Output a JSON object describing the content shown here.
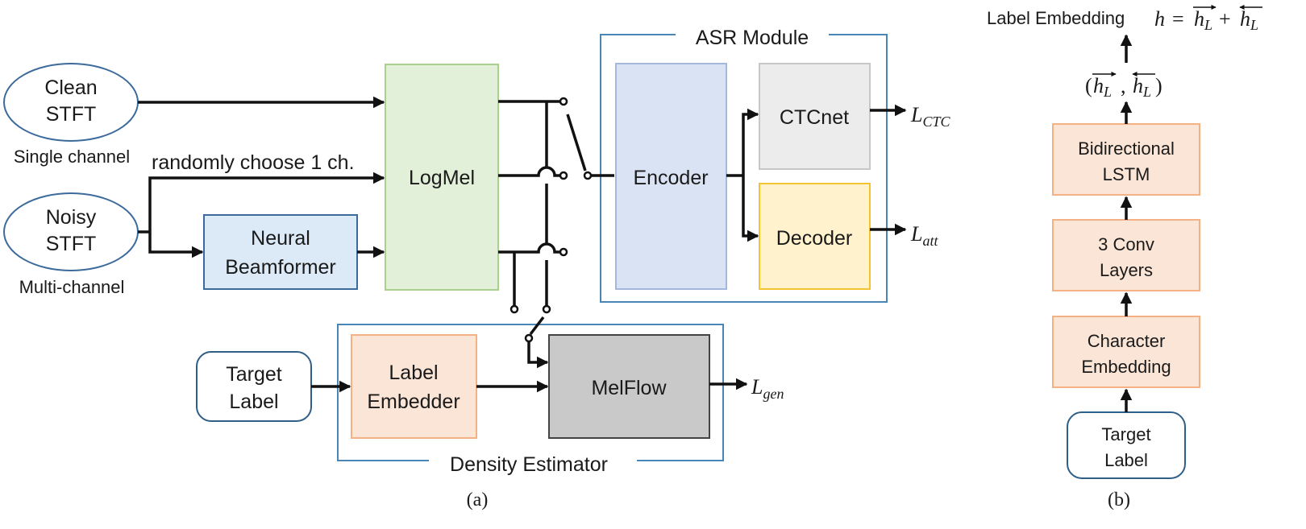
{
  "panel_a": {
    "caption": "(a)",
    "inputs": {
      "clean": {
        "line1": "Clean",
        "line2": "STFT",
        "note": "Single channel"
      },
      "noisy": {
        "line1": "Noisy",
        "line2": "STFT",
        "note": "Multi-channel"
      },
      "random_choice": "randomly choose 1 ch."
    },
    "beamformer": {
      "line1": "Neural",
      "line2": "Beamformer"
    },
    "logmel": "LogMel",
    "asr_module": {
      "title": "ASR Module",
      "encoder": "Encoder",
      "ctcnet": "CTCnet",
      "decoder": "Decoder",
      "loss_ctc": {
        "base": "L",
        "sub": "CTC"
      },
      "loss_att": {
        "base": "L",
        "sub": "att"
      }
    },
    "density_estimator": {
      "title": "Density Estimator",
      "target": {
        "line1": "Target",
        "line2": "Label"
      },
      "embedder": {
        "line1": "Label",
        "line2": "Embedder"
      },
      "melflow": "MelFlow",
      "loss_gen": {
        "base": "L",
        "sub": "gen"
      }
    }
  },
  "panel_b": {
    "caption": "(b)",
    "output_label": "Label Embedding",
    "equation": {
      "lhs": "h",
      "eq": "=",
      "plus": "+",
      "sym": "h",
      "sub": "L"
    },
    "pair": {
      "open": "(",
      "sym": "h",
      "sub": "L",
      "comma": ",",
      "close": ")"
    },
    "blocks": [
      {
        "line1": "Bidirectional",
        "line2": "LSTM"
      },
      {
        "line1": "3 Conv",
        "line2": "Layers"
      },
      {
        "line1": "Character",
        "line2": "Embedding"
      }
    ],
    "target": {
      "line1": "Target",
      "line2": "Label"
    }
  },
  "colors": {
    "beamformer_fill": "#dce9f7",
    "beamformer_stroke": "#3b6a9b",
    "logmel_fill": "#e2efd9",
    "logmel_stroke": "#a9d08e",
    "group_stroke": "#4a86b5",
    "encoder_fill": "#dae3f3",
    "encoder_stroke": "#a4b8dc",
    "ctcnet_fill": "#ececec",
    "ctcnet_stroke": "#c7c7c7",
    "decoder_fill": "#fff2cc",
    "decoder_stroke": "#f4c430",
    "embedder_fill": "#fbe5d6",
    "embedder_stroke": "#f4b183",
    "melflow_fill": "#c9c9c9",
    "melflow_stroke": "#444444",
    "rounded_stroke": "#2f5f86"
  }
}
